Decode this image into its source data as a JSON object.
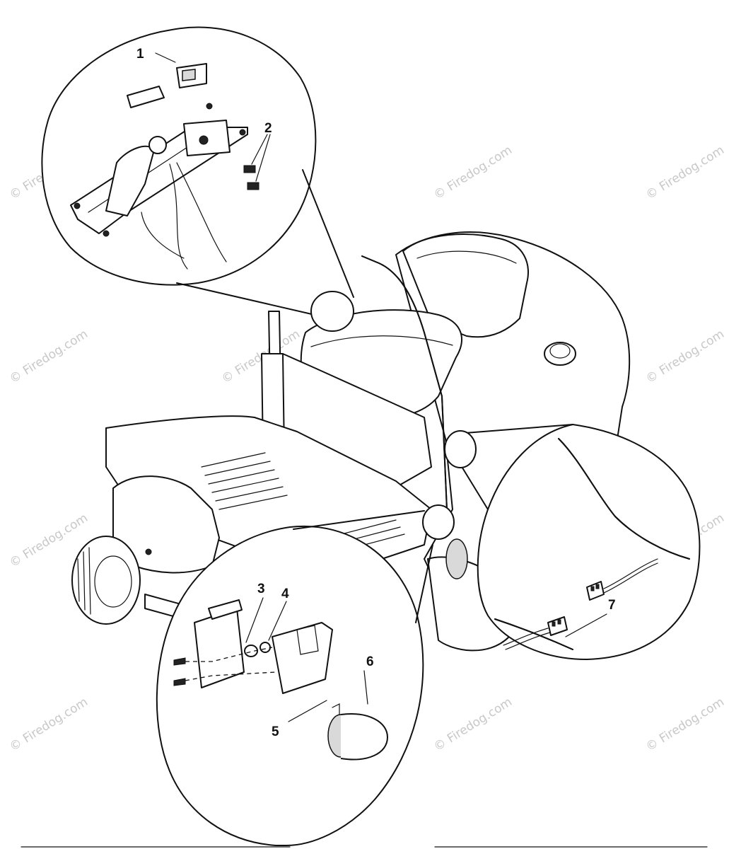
{
  "diagram": {
    "callouts": [
      {
        "id": "1",
        "label": "1"
      },
      {
        "id": "2",
        "label": "2"
      },
      {
        "id": "3",
        "label": "3"
      },
      {
        "id": "4",
        "label": "4"
      },
      {
        "id": "5",
        "label": "5"
      },
      {
        "id": "6",
        "label": "6"
      },
      {
        "id": "7",
        "label": "7"
      }
    ],
    "watermark": "© Firedog.com"
  }
}
